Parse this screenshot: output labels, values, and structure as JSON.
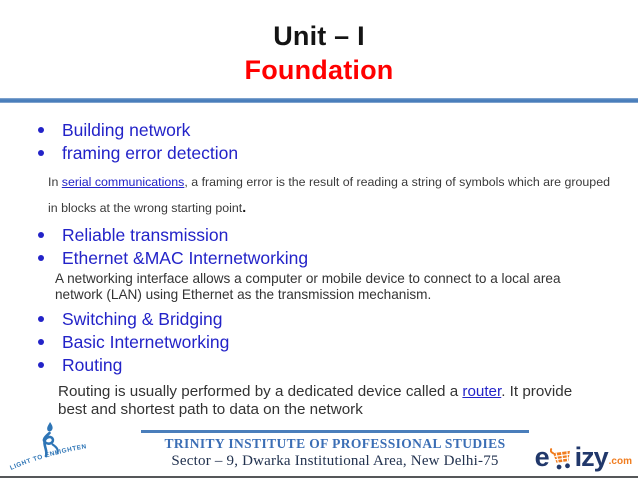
{
  "slide_title": {
    "line1": "Unit – I",
    "line2": "Foundation"
  },
  "content": {
    "items": [
      "Building network",
      "framing error detection",
      "Reliable transmission",
      "Ethernet &MAC Internetworking",
      "Switching & Bridging",
      "Basic Internetworking",
      "Routing"
    ],
    "framing_note": {
      "pre": "In ",
      "link": "serial communications",
      "post": ", a framing error is the result of reading a string of symbols which are grouped in blocks at the wrong starting point",
      "period": "."
    },
    "ethernet_note": "A networking interface allows a computer or mobile device to connect to a local area network (LAN) using Ethernet as the transmission mechanism.",
    "routing_note": {
      "pre": "Routing is usually performed by a dedicated device called a ",
      "link": "router",
      "post": ". It provide best and shortest path to data on the network"
    }
  },
  "footer": {
    "institute": "TRINITY INSTITUTE OF PROFESSIONAL STUDIES",
    "address": "Sector – 9, Dwarka Institutional Area, New Delhi-75",
    "motto": "LIGHT TO ENLIGHTEN",
    "brand": {
      "prefix": "e",
      "suffix": "izy",
      "tld": ".com"
    }
  },
  "colors": {
    "title_red": "#FF0000",
    "bullet_blue": "#2323C8",
    "rule_blue": "#4A7EBB",
    "institute_blue": "#3B6EB5",
    "brand_navy": "#21386B",
    "brand_orange": "#F07C1E"
  }
}
